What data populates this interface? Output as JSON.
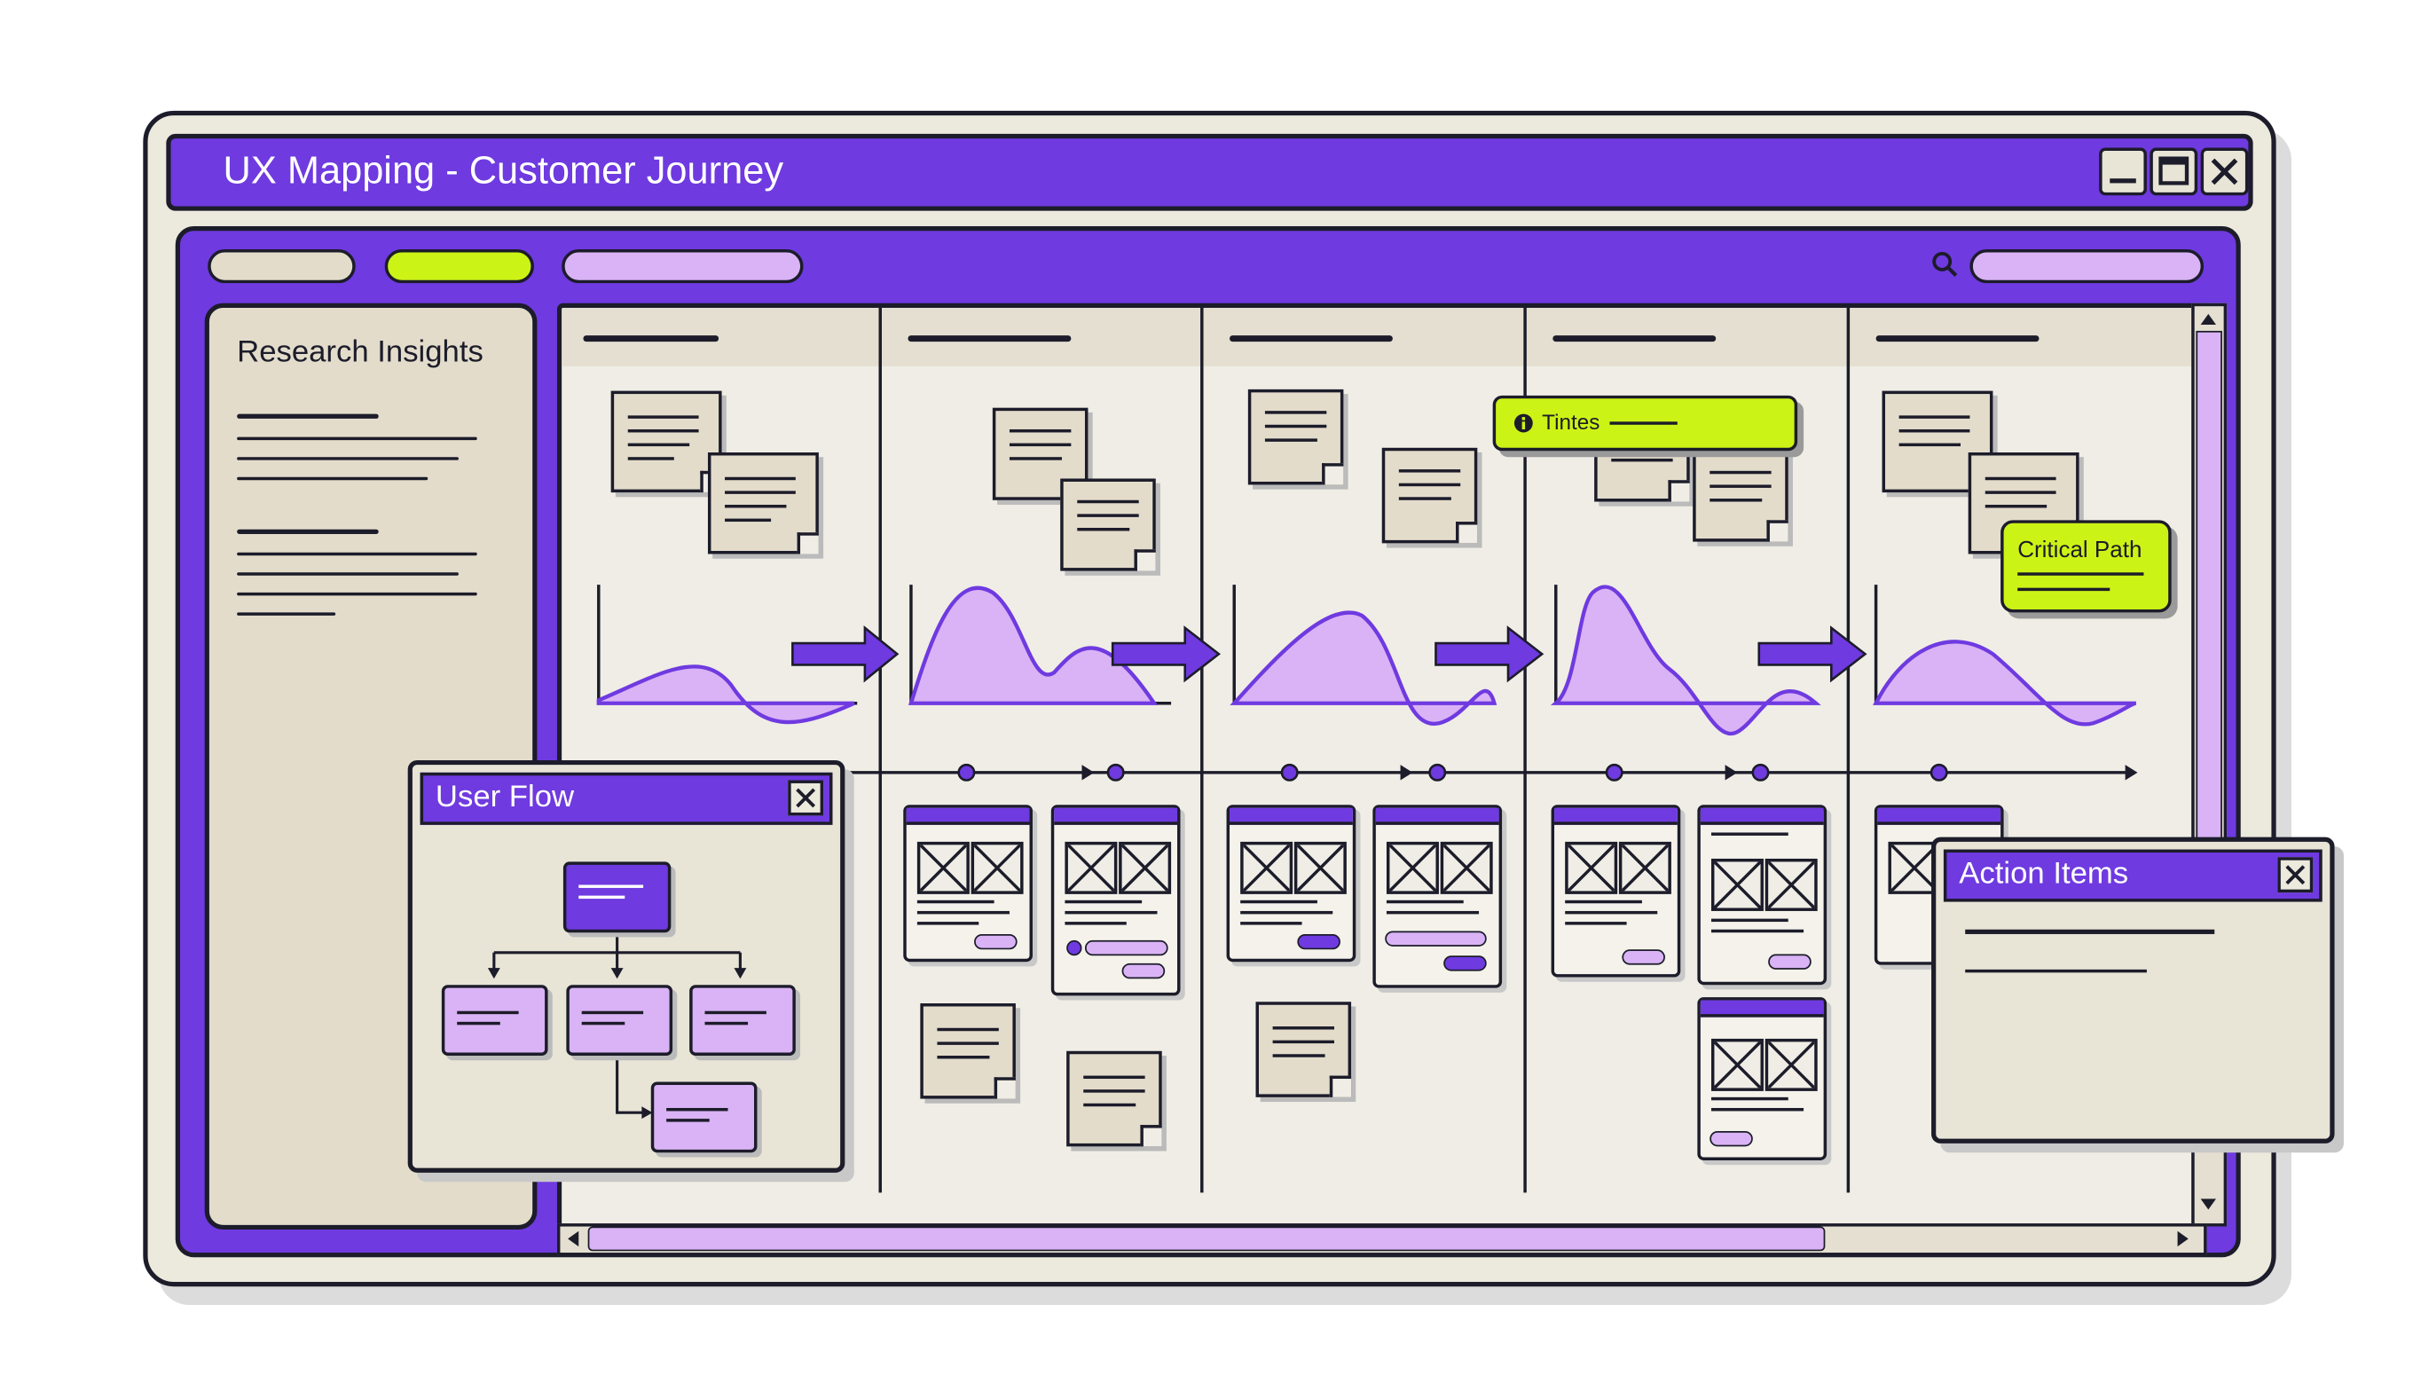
{
  "window": {
    "title": "UX Mapping - Customer Journey"
  },
  "sidebar": {
    "title": "Research Insights"
  },
  "stickies": {
    "tinted_label": "Tintes",
    "critical_path_label": "Critical Path"
  },
  "panels": {
    "user_flow_title": "User Flow",
    "action_items_title": "Action Items"
  },
  "icons": [
    "minimize-icon",
    "maximize-icon",
    "close-icon",
    "search-icon",
    "info-icon",
    "arrow-up-icon",
    "arrow-down-icon",
    "arrow-left-icon",
    "arrow-right-icon",
    "image-placeholder-icon"
  ],
  "colors": {
    "accent": "#6f3ae0",
    "accent_light": "#d9b3f5",
    "highlight": "#ccf316",
    "surface": "#ece9dd",
    "ink": "#1c1c2a"
  }
}
